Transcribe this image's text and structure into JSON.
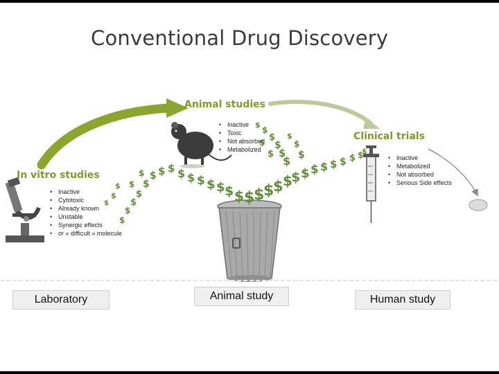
{
  "title": "Conventional Drug Discovery",
  "stages": {
    "in_vitro": {
      "heading": "In vitro studies",
      "items": [
        "Inactive",
        "Cytotoxic",
        "Already known",
        "Unstable",
        "Synergic effects",
        "or « difficult » molecule"
      ]
    },
    "animal": {
      "heading": "Animal studies",
      "items": [
        "Inactive",
        "Toxic",
        "Not absorbed",
        "Metabolized"
      ]
    },
    "clinical": {
      "heading": "Clinical trials",
      "items": [
        "Inactive",
        "Metabolized",
        "Not absorbed",
        "Serious Side effects"
      ]
    }
  },
  "money_symbol": "$",
  "labels": {
    "laboratory": "Laboratory",
    "animal_study": "Animal study",
    "human_study": "Human study"
  },
  "colors": {
    "accent_green": "#7f9a2a",
    "money_green": "#5f8f3a",
    "bin_gray": "#9a9a9a"
  }
}
